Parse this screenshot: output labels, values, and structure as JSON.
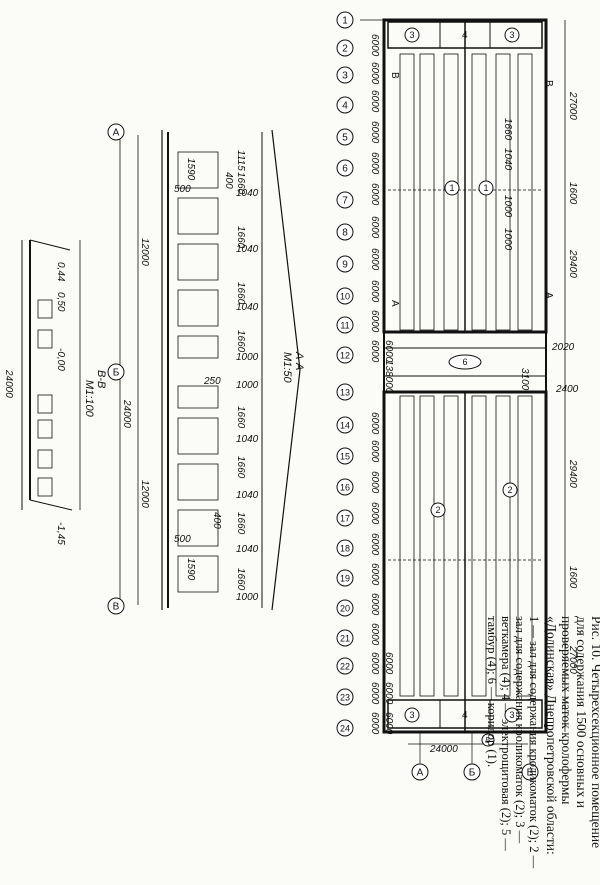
{
  "caption": {
    "title": "Рис. 10. Четырехсекционное помещение для содержания 1500 основных и проверяемых маток кролофермы «Долинская» Днепропетровской области:",
    "legend": "1 — зал для содержания кроликоматок (2); 2 — зал для содержания кроликоматок (2); 3 — ветка­мера (4); 4 — электрощитовая (2); 5 — тамбур (4); 6 — коридор (1)."
  },
  "plan": {
    "axes_rows": [
      "1",
      "2",
      "3",
      "4",
      "5",
      "6",
      "7",
      "8",
      "9",
      "10",
      "11",
      "12",
      "13",
      "14",
      "15",
      "16",
      "17",
      "18",
      "19",
      "20",
      "21",
      "22",
      "23",
      "24"
    ],
    "axes_cols": [
      "А",
      "Б",
      "В"
    ],
    "row_dims": [
      "6000",
      "6000",
      "6000",
      "6000",
      "6000",
      "6000",
      "6000",
      "6000",
      "6000",
      "6000",
      "6000",
      "6000",
      "6000",
      "6000",
      "6000",
      "6000",
      "6000",
      "6000",
      "6000",
      "6000",
      "6000",
      "6000",
      "6000"
    ],
    "special_dims": [
      "6000",
      "6000",
      "6000",
      "138000"
    ],
    "overall_dims": [
      "27000",
      "1600",
      "29400",
      "2020",
      "3100",
      "2400",
      "29400",
      "1600",
      "27000"
    ],
    "inner_dims": [
      "1660",
      "1040",
      "1000",
      "1000"
    ],
    "width_dim": "24000",
    "section_marks": [
      "B",
      "B",
      "A",
      "A"
    ],
    "room_numbers": [
      "1",
      "1",
      "2",
      "2",
      "3",
      "3",
      "3",
      "3",
      "4",
      "4",
      "5",
      "6"
    ]
  },
  "section_aa": {
    "title": "А-А",
    "scale": "М1:50",
    "dims": [
      "1115",
      "1660",
      "400",
      "1040",
      "1660",
      "1040",
      "1660",
      "1040",
      "1660",
      "1000",
      "250",
      "1000",
      "1660",
      "1040",
      "1660",
      "1040",
      "400",
      "1660",
      "1040",
      "1660",
      "1000"
    ],
    "side_dims": [
      "500",
      "1590",
      "500",
      "1590"
    ],
    "height_dims": [
      "12000",
      "24000",
      "12000"
    ],
    "axes": [
      "А",
      "Б",
      "В"
    ]
  },
  "section_bb": {
    "title": "В-В",
    "scale": "М1:100",
    "levels": [
      "0,44",
      "0,50",
      "-0,00",
      "-1,45"
    ],
    "width": "24000"
  }
}
